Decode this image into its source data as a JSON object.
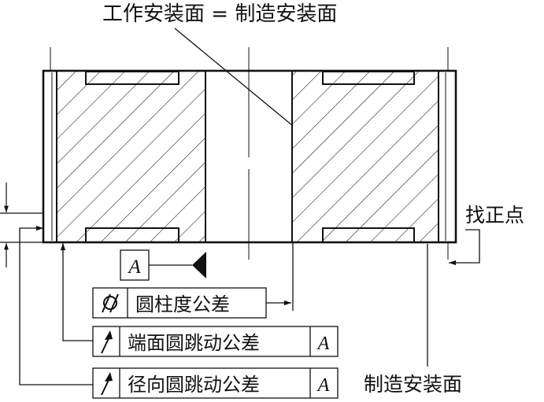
{
  "labels": {
    "top": "工作安装面 = 制造安装面",
    "right_point": "找正点",
    "bottom_right": "制造安装面"
  },
  "datum": {
    "letter": "A"
  },
  "frames": {
    "cylindricity": {
      "text": "圆柱度公差"
    },
    "axial_runout": {
      "text": "端面圆跳动公差",
      "datum": "A"
    },
    "radial_runout": {
      "text": "径向圆跳动公差",
      "datum": "A"
    }
  },
  "icons": [
    "cylindricity-icon",
    "circular-runout-arrow-icon"
  ]
}
